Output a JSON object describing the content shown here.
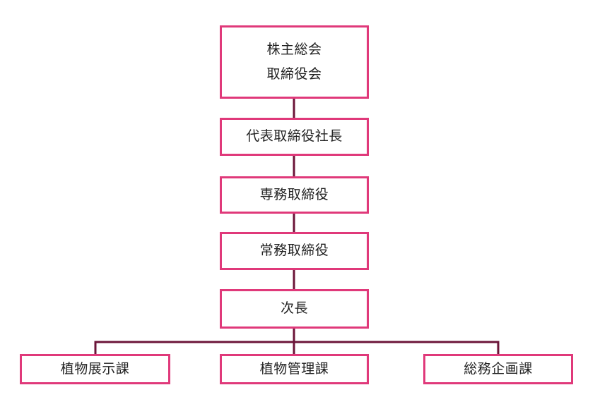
{
  "org_chart": {
    "top_box": {
      "line1": "株主総会",
      "line2": "取締役会"
    },
    "ceo": "代表取締役社長",
    "senior_managing_director": "専務取締役",
    "managing_director": "常務取締役",
    "deputy_manager": "次長",
    "departments": [
      "植物展示課",
      "植物管理課",
      "総務企画課"
    ]
  },
  "colors": {
    "box_border": "#e0397a",
    "connector": "#6b1438",
    "text": "#222222",
    "background": "#ffffff"
  }
}
